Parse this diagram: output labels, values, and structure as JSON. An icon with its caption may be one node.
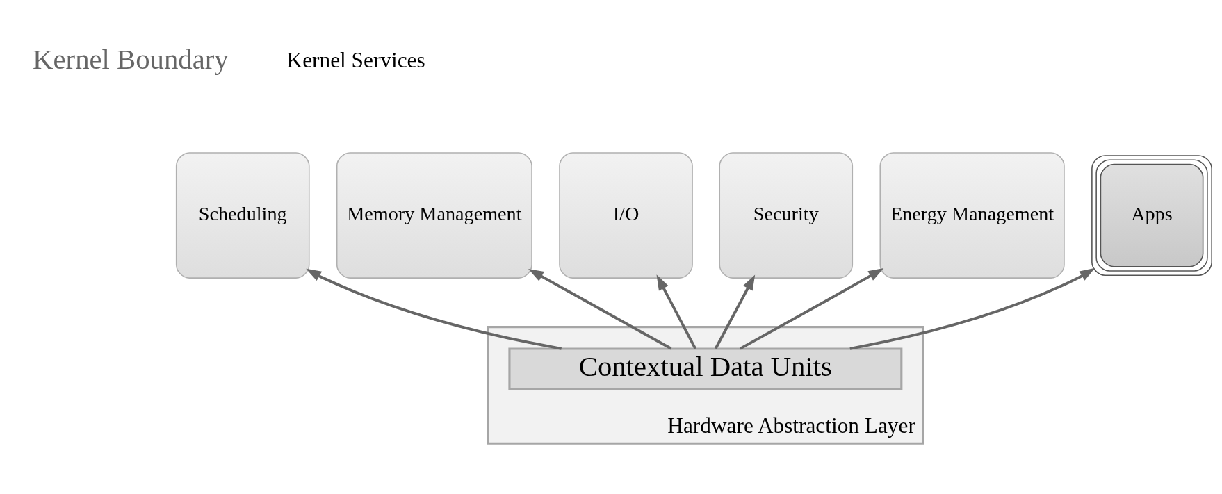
{
  "diagram": {
    "nodes": [
      {
        "text": [
          "Hardware Abstraction Layer"
        ]
      },
      {
        "text": [
          "Contextual Data Units"
        ],
        "in": 0
      },
      {
        "text": [
          "Scheduling"
        ]
      },
      {
        "text": [
          "Memory Management"
        ]
      },
      {
        "text": [
          "I/O"
        ]
      },
      {
        "text": [
          "Security"
        ]
      },
      {
        "text": [
          "Energy Management"
        ]
      },
      {
        "text": [
          "Apps"
        ]
      }
    ],
    "edges": [
      {
        "from": 1,
        "to": 2,
        "arrow": "to"
      },
      {
        "from": 1,
        "to": 3,
        "arrow": "to"
      },
      {
        "from": 1,
        "to": 4,
        "arrow": "to"
      },
      {
        "from": 1,
        "to": 5,
        "arrow": "to"
      },
      {
        "from": 1,
        "to": 6,
        "arrow": "to"
      },
      {
        "from": 1,
        "to": 7,
        "arrow": "to"
      }
    ],
    "labels": [
      "Kernel Boundary",
      "Kernel Services"
    ]
  }
}
